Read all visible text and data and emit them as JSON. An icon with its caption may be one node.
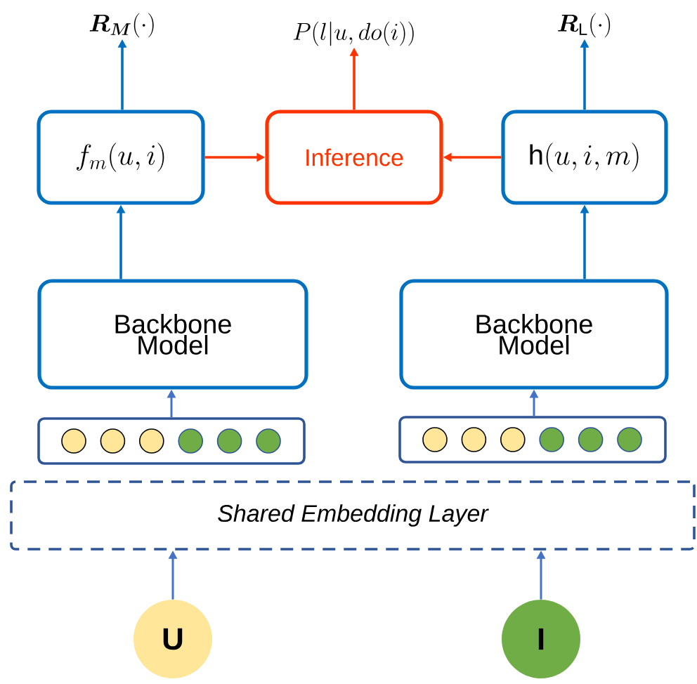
{
  "diagram": {
    "nodes": [
      {
        "text": [
          "\\boldsymbol{R}_{\\boldsymbol{M}}(\\cdot)"
        ]
      },
      {
        "text": [
          "P(l|u,do(i))"
        ]
      },
      {
        "text": [
          "\\boldsymbol{R}_{\\mathrm{L}}(\\cdot)"
        ]
      },
      {
        "text": [
          "f_{m}(u,i)"
        ]
      },
      {
        "text": [
          "Inference"
        ]
      },
      {
        "text": [
          "\\mathrm{h}(u,i,m)"
        ]
      },
      {
        "text": [
          "Backbone Model"
        ]
      },
      {
        "text": [
          "Backbone Model"
        ]
      },
      {
        "text": [],
        "shape": "box"
      },
      {
        "text": [],
        "shape": "box"
      },
      {
        "text": [
          "Shared Embedding Layer"
        ]
      },
      {
        "text": [
          "U"
        ]
      },
      {
        "text": [
          "I"
        ]
      }
    ],
    "edges": [
      {
        "from": 3,
        "to": 0,
        "arrow": "to"
      },
      {
        "from": 4,
        "to": 1,
        "arrow": "to",
        "color": "#ff3300"
      },
      {
        "from": 5,
        "to": 2,
        "arrow": "to"
      },
      {
        "from": 3,
        "to": 4,
        "arrow": "to",
        "color": "#ff3300"
      },
      {
        "from": 5,
        "to": 4,
        "arrow": "to",
        "color": "#ff3300"
      },
      {
        "from": 6,
        "to": 3,
        "arrow": "to"
      },
      {
        "from": 7,
        "to": 5,
        "arrow": "to"
      },
      {
        "from": 8,
        "to": 6,
        "arrow": "to",
        "color": "#4472c4"
      },
      {
        "from": 9,
        "to": 7,
        "arrow": "to",
        "color": "#4472c4"
      },
      {
        "from": 11,
        "to": 10,
        "arrow": "to",
        "color": "#4472c4"
      },
      {
        "from": 12,
        "to": 10,
        "arrow": "to",
        "color": "#4472c4"
      }
    ]
  }
}
